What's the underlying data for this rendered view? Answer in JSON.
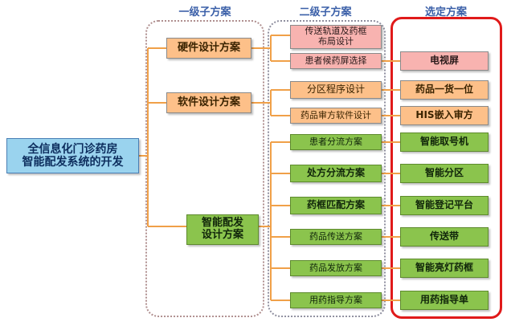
{
  "headers": {
    "level1": "一级子方案",
    "level2": "二级子方案",
    "selected": "选定方案"
  },
  "root": {
    "line1": "全信息化门诊药房",
    "line2": "智能配发系统的开发"
  },
  "level1": {
    "hardware": "硬件设计方案",
    "software": "软件设计方案",
    "smart_line1": "智能配发",
    "smart_line2": "设计方案"
  },
  "level2": {
    "conveyor_line1": "传送轨道及药框",
    "conveyor_line2": "布局设计",
    "screen_select": "患者候药屏选择",
    "partition_program": "分区程序设计",
    "audit_software": "药品审方软件设计",
    "patient_flow": "患者分流方案",
    "rx_flow": "处方分流方案",
    "box_match": "药框匹配方案",
    "drug_transfer": "药品传送方案",
    "drug_dispense": "药品发放方案",
    "drug_guide": "用药指导方案"
  },
  "selected": {
    "tv_screen": "电视屏",
    "one_item_one_slot": "药品一货一位",
    "his_audit": "HIS嵌入审方",
    "smart_ticket": "智能取号机",
    "smart_zone": "智能分区",
    "smart_register": "智能登记平台",
    "conveyor_belt": "传送带",
    "light_box": "智能亮灯药框",
    "med_guide_sheet": "用药指导单"
  },
  "colors": {
    "root_fill": "#9ad3ee",
    "level1_fill": "#fdc089",
    "smart_fill": "#8bc44d",
    "connector": "#f0a048",
    "selected_frame": "#e01a1a",
    "header_text": "#3a5fa8"
  }
}
